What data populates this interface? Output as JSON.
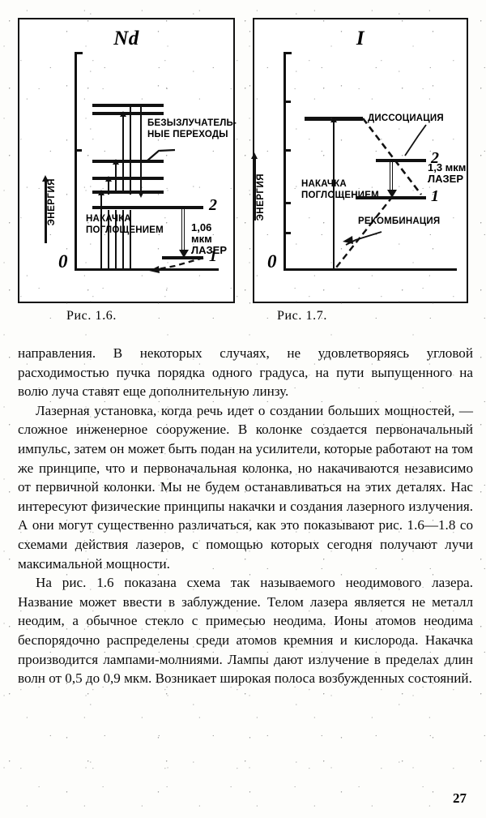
{
  "figures": {
    "left": {
      "title": "Nd",
      "axis_label": "ЭНЕРГИЯ",
      "origin_label": "0",
      "levels": [
        {
          "name": "2",
          "label": "2"
        },
        {
          "name": "1",
          "label": "1"
        }
      ],
      "annotations": {
        "nonradiative": "БЕЗЫЗЛУЧАТЕЛЬ-\nНЫЕ ПЕРЕХОДЫ",
        "pump": "НАКАЧКА\nПОГЛОЩЕНИЕМ",
        "laser": "1,06 мкм\nЛАЗЕР"
      },
      "caption": "Рис. 1.6."
    },
    "right": {
      "title": "I",
      "axis_label": "ЭНЕРГИЯ",
      "origin_label": "0",
      "levels": [
        {
          "name": "2",
          "label": "2"
        },
        {
          "name": "1",
          "label": "1"
        }
      ],
      "annotations": {
        "dissociation": "ДИССОЦИАЦИЯ",
        "pump": "НАКАЧКА\nПОГЛОЩЕНИЕМ",
        "laser": "1,3 мкм\nЛАЗЕР",
        "recombination": "РЕКОМБИНАЦИЯ"
      },
      "caption": "Рис. 1.7."
    }
  },
  "body": {
    "paragraphs": [
      "направления. В некоторых случаях, не удовлетворяясь угловой расходимостью пучка порядка одного градуса, на пути выпущенного на волю луча ставят еще дополнительную линзу.",
      "Лазерная установка, когда речь идет о создании больших мощностей, — сложное инженерное сооружение. В колонке создается первоначальный импульс, затем он может быть подан на усилители, которые работают на том же принципе, что и первоначальная колонка, но накачиваются независимо от первичной колонки. Мы не будем останавливаться на этих деталях. Нас интересуют физические принципы накачки и создания лазерного излучения. А они могут существенно различаться, как это показывают рис. 1.6—1.8 со схемами действия лазеров, с помощью которых сегодня получают лучи максимальной мощности.",
      "На рис. 1.6 показана схема так называемого неодимового лазера. Название может ввести в заблуждение. Телом лазера является не металл неодим, а обычное стекло с примесью неодима. Ионы атомов неодима беспорядочно распределены среди атомов кремния и кислорода. Накачка производится лампами-молниями. Лампы дают излучение в пределах длин волн от 0,5 до 0,9 мкм. Возникает широкая полоса возбужденных состояний."
    ]
  },
  "page_number": "27"
}
